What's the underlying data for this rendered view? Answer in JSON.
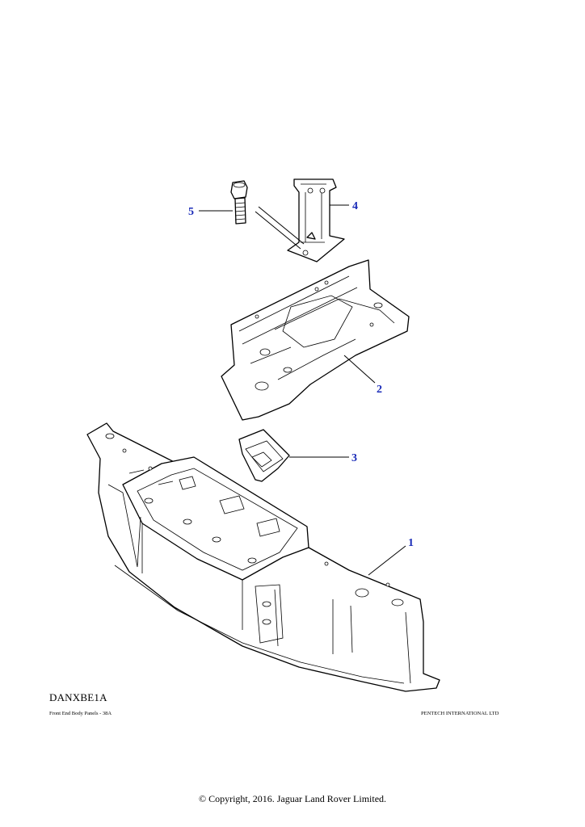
{
  "diagram": {
    "callouts": [
      {
        "id": "callout-1",
        "label": "1"
      },
      {
        "id": "callout-2",
        "label": "2"
      },
      {
        "id": "callout-3",
        "label": "3"
      },
      {
        "id": "callout-4",
        "label": "4"
      },
      {
        "id": "callout-5",
        "label": "5"
      }
    ],
    "accent_color": "#1a2bb8"
  },
  "footer": {
    "reference_code": "DANXBE1A",
    "caption_left": "Front End Body Panels - 38A",
    "caption_right": "PENTECH INTERNATIONAL LTD",
    "copyright": "© Copyright, 2016. Jaguar Land Rover Limited."
  }
}
